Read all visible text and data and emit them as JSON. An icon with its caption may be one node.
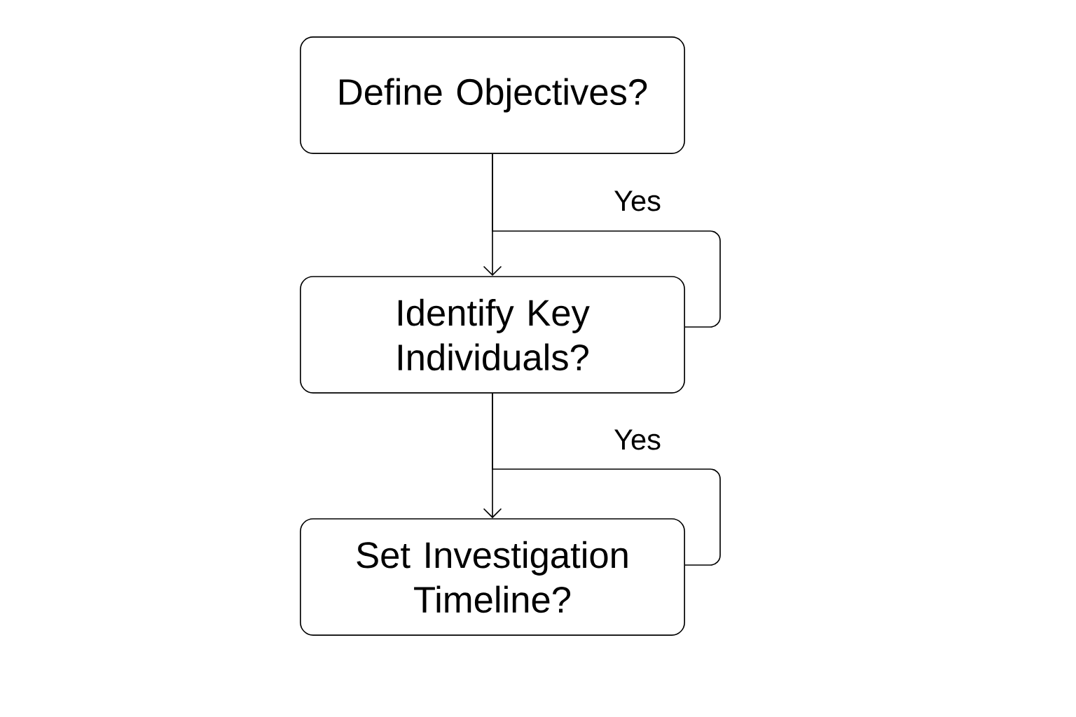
{
  "diagram": {
    "nodes": [
      {
        "text": [
          "Define Objectives?"
        ]
      },
      {
        "text": [
          "Identify Key Individuals?"
        ]
      },
      {
        "text": [
          "Set Investigation Timeline?"
        ]
      }
    ],
    "edges": [
      {
        "from": 0,
        "to": 1,
        "arrow": "to"
      },
      {
        "from": 0,
        "to": 1,
        "arrow": "none",
        "label": "Yes"
      },
      {
        "from": 1,
        "to": 2,
        "arrow": "to"
      },
      {
        "from": 1,
        "to": 2,
        "arrow": "none",
        "label": "Yes"
      }
    ]
  }
}
